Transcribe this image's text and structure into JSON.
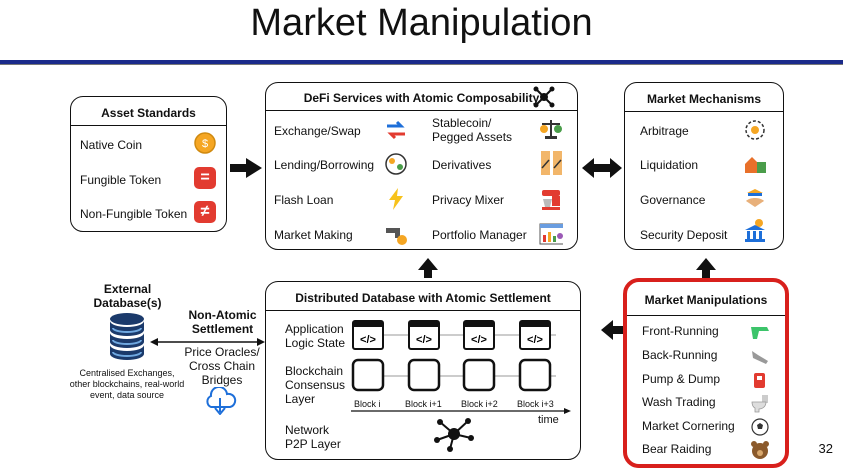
{
  "title": "Market Manipulation",
  "asset_standards": {
    "title": "Asset Standards",
    "items": [
      {
        "label": "Native Coin",
        "icon": "coin-icon"
      },
      {
        "label": "Fungible Token",
        "icon": "equals-icon"
      },
      {
        "label": "Non-Fungible Token",
        "icon": "not-equals-icon"
      }
    ]
  },
  "defi_services": {
    "title": "DeFi Services with Atomic Composability",
    "left": [
      {
        "label": "Exchange/Swap",
        "icon": "swap-arrows-icon"
      },
      {
        "label": "Lending/Borrowing",
        "icon": "lending-icon"
      },
      {
        "label": "Flash Loan",
        "icon": "lightning-icon"
      },
      {
        "label": "Market Making",
        "icon": "faucet-icon"
      }
    ],
    "right": [
      {
        "label": "Stablecoin/\nPegged Assets",
        "icon": "scale-icon"
      },
      {
        "label": "Derivatives",
        "icon": "derivatives-icon"
      },
      {
        "label": "Privacy Mixer",
        "icon": "mixer-icon"
      },
      {
        "label": "Portfolio Manager",
        "icon": "portfolio-chart-icon"
      }
    ]
  },
  "market_mechanisms": {
    "title": "Market Mechanisms",
    "items": [
      {
        "label": "Arbitrage",
        "icon": "arbitrage-icon"
      },
      {
        "label": "Liquidation",
        "icon": "liquidation-icon"
      },
      {
        "label": "Governance",
        "icon": "governance-icon"
      },
      {
        "label": "Security Deposit",
        "icon": "bank-icon"
      }
    ]
  },
  "distributed_db": {
    "title": "Distributed Database with Atomic Settlement",
    "rows": [
      "Application\nLogic State",
      "Blockchain\nConsensus\nLayer",
      "Network\nP2P Layer"
    ],
    "blocks": [
      "Block i",
      "Block i+1",
      "Block i+2",
      "Block i+3"
    ],
    "time_label": "time",
    "code_symbol": "</>"
  },
  "external": {
    "title": "External\nDatabase(s)",
    "description": "Centralised Exchanges,\nother blockchains, real-world\nevent, data source",
    "non_atomic_title": "Non-Atomic\nSettlement",
    "oracles": "Price Oracles/\nCross Chain\nBridges"
  },
  "market_manipulations": {
    "title": "Market Manipulations",
    "items": [
      {
        "label": "Front-Running",
        "icon": "water-gun-icon"
      },
      {
        "label": "Back-Running",
        "icon": "sneaker-icon"
      },
      {
        "label": "Pump & Dump",
        "icon": "pump-icon"
      },
      {
        "label": "Wash Trading",
        "icon": "toilet-icon"
      },
      {
        "label": "Market Cornering",
        "icon": "soccer-ball-icon"
      },
      {
        "label": "Bear Raiding",
        "icon": "bear-icon"
      }
    ]
  },
  "page_number": "32",
  "colors": {
    "accent_red": "#d8201c",
    "header_rule": "#1a2a8a"
  }
}
